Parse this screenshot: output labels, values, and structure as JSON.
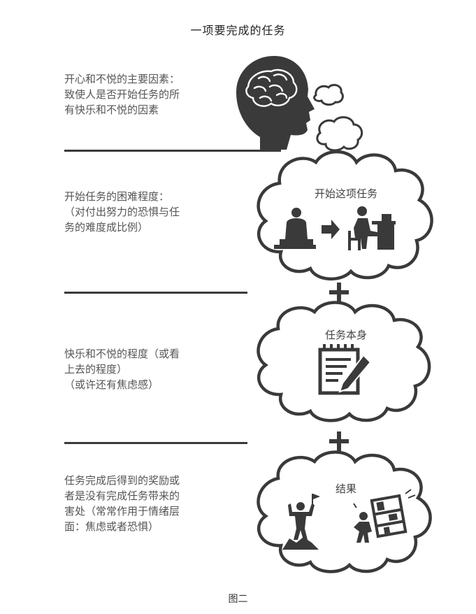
{
  "title": "一项要完成的任务",
  "sections": [
    {
      "lines": [
        "开心和不悦的主要因素：",
        "致使人是否开始任务的所",
        "有快乐和不悦的因素"
      ]
    },
    {
      "lines": [
        "开始任务的困难程度：",
        "（对付出努力的恐惧与任",
        "务的难度成比例）"
      ],
      "cloud_label": "开始这项任务"
    },
    {
      "lines": [
        "快乐和不悦的程度（或看",
        "上去的程度）",
        "（或许还有焦虑感）"
      ],
      "cloud_label": "任务本身"
    },
    {
      "lines": [
        "任务完成后得到的奖励或",
        "者是没有完成任务带来的",
        "害处（常常作用于情绪层",
        "面：焦虑或者恐惧）"
      ],
      "cloud_label": "结果"
    }
  ],
  "caption": "图二",
  "colors": {
    "ink": "#3a3a3a",
    "text": "#555555"
  },
  "icons": [
    "head-brain-icon",
    "thought-bubble-icon",
    "person-sitting-icon",
    "arrow-right-icon",
    "person-at-desk-icon",
    "notepad-pencil-icon",
    "summit-flag-icon",
    "falling-shelf-icon",
    "plus-icon"
  ]
}
